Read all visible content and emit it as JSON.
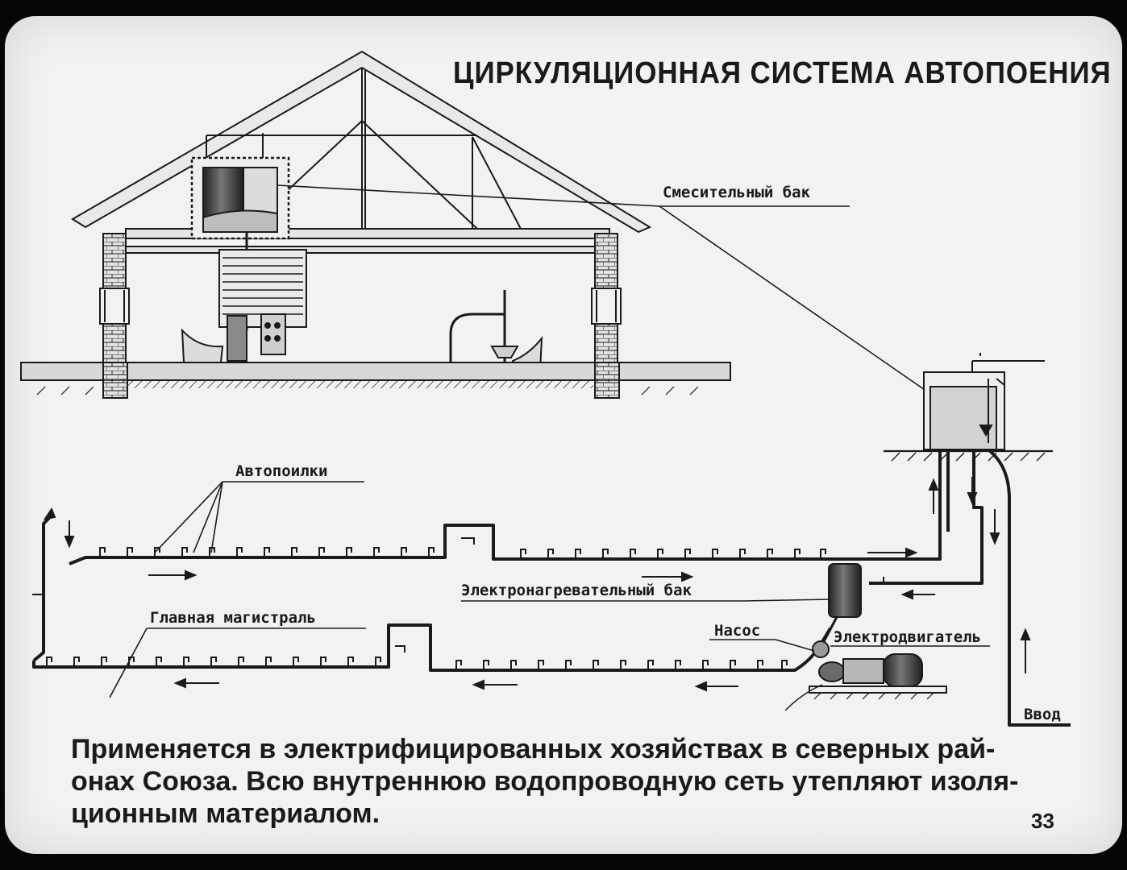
{
  "slide": {
    "title": "ЦИРКУЛЯЦИОННАЯ СИСТЕМА АВТОПОЕНИЯ",
    "page_number": "33",
    "caption_lines": [
      "Применяется в электрифицированных хозяйствах в северных рай-",
      "онах Союза. Всю внутреннюю водопроводную сеть утепляют изоля-",
      "ционным материалом."
    ]
  },
  "labels": {
    "mixing_tank": "Смесительный бак",
    "drinkers": "Автопоилки",
    "heater_tank": "Электронагревательный бак",
    "main_line": "Главная магистраль",
    "pump": "Насос",
    "motor": "Электродвигатель",
    "inlet": "Ввод"
  },
  "colors": {
    "ink": "#1a1a1a",
    "paper": "#f2f2f2",
    "film": "#050505"
  }
}
